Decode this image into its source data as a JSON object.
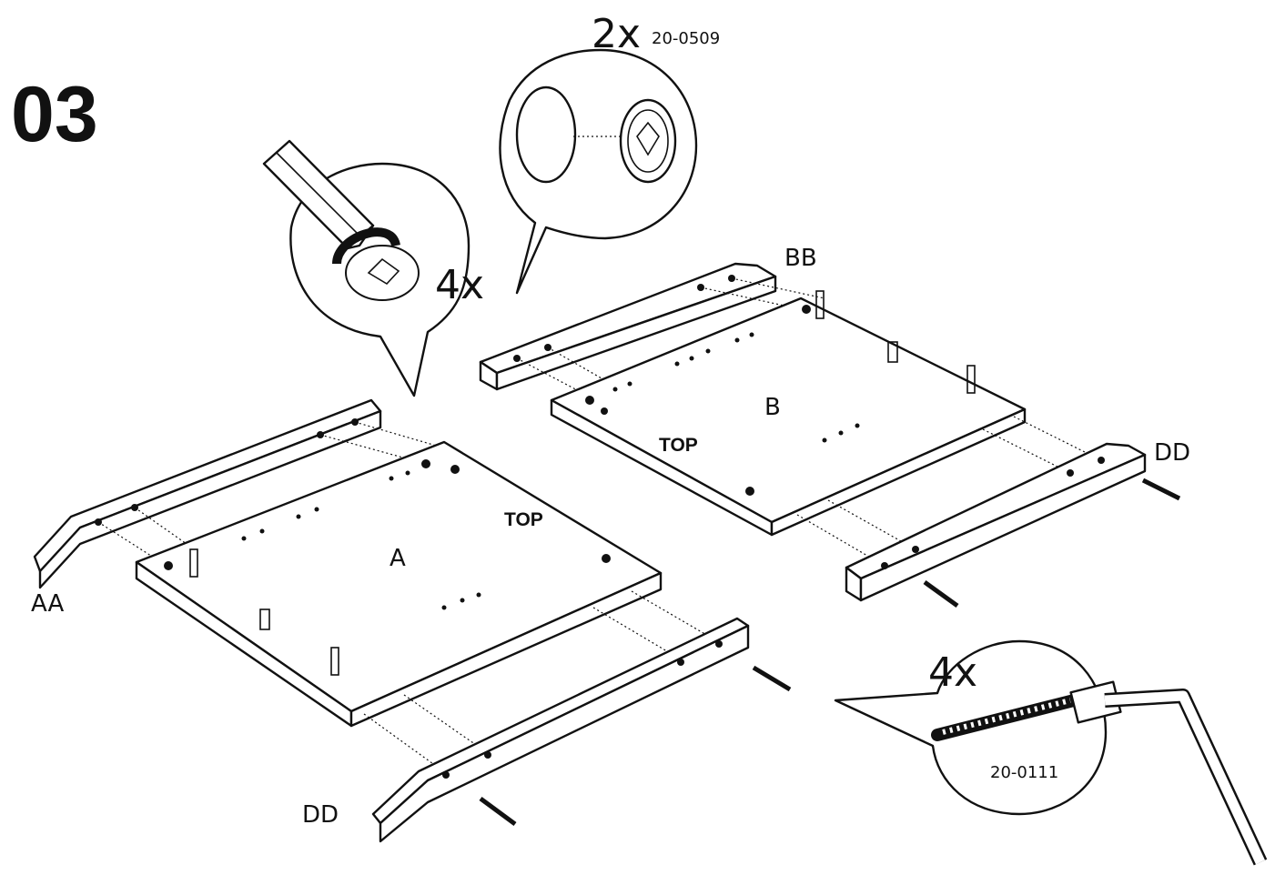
{
  "step": {
    "number": "03"
  },
  "callouts": {
    "cam_lock_tighten": {
      "quantity": "4x"
    },
    "cam_lock_insert": {
      "quantity": "2x",
      "part_code": "20-0509"
    },
    "screw": {
      "quantity": "4x",
      "part_code": "20-0111"
    }
  },
  "panels": {
    "A": {
      "label": "A",
      "orientation": "TOP"
    },
    "B": {
      "label": "B",
      "orientation": "TOP"
    }
  },
  "rails": {
    "AA": "AA",
    "BB": "BB",
    "DD_left": "DD",
    "DD_right": "DD"
  },
  "colors": {
    "line": "#111111",
    "background": "#ffffff"
  },
  "icons": [
    "screwdriver-icon",
    "cam-lock-icon",
    "dowel-icon",
    "screw-icon",
    "allen-key-icon"
  ]
}
